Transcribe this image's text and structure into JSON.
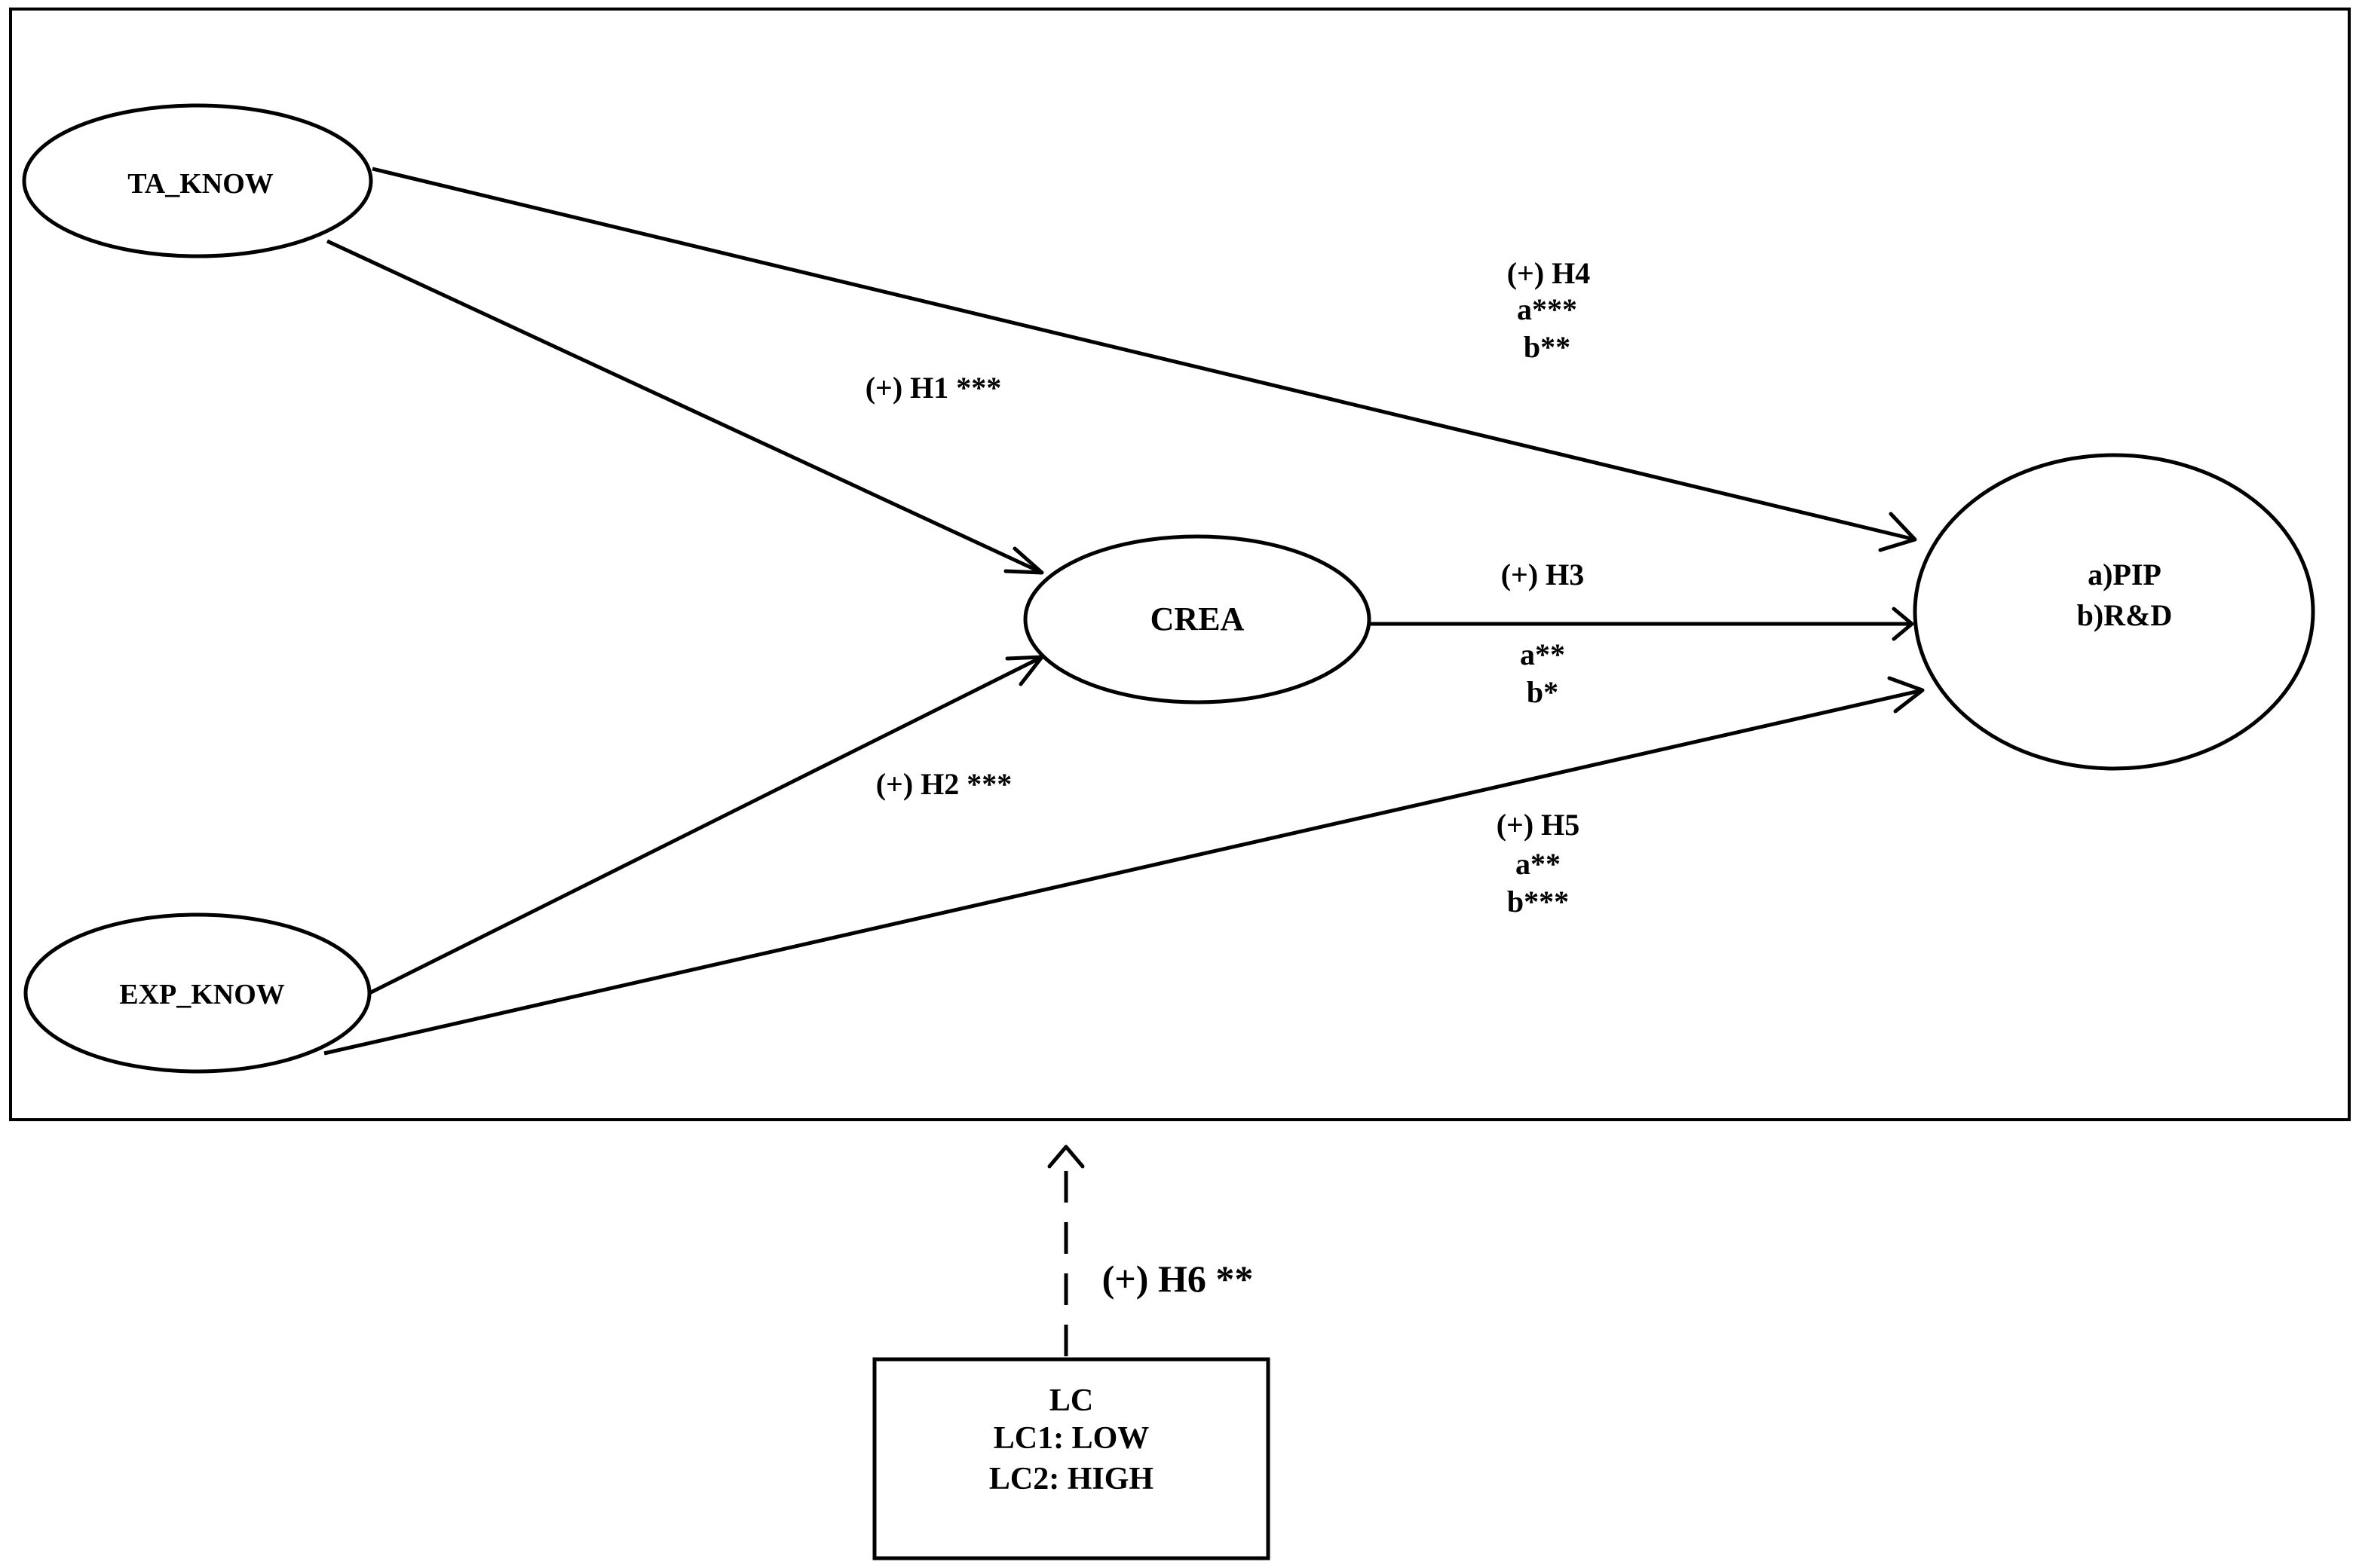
{
  "diagram": {
    "nodes": {
      "ta_know": {
        "label": "TA_KNOW"
      },
      "exp_know": {
        "label": "EXP_KNOW"
      },
      "crea": {
        "label": "CREA"
      },
      "outcome": {
        "lines": [
          "a)PIP",
          "b)R&D"
        ]
      },
      "lc": {
        "lines": [
          "LC",
          "LC1: LOW",
          "LC2: HIGH"
        ]
      }
    },
    "edges": {
      "h1": {
        "lines": [
          "(+) H1 ***"
        ]
      },
      "h2": {
        "lines": [
          "(+) H2 ***"
        ]
      },
      "h3": {
        "lines": [
          "(+) H3",
          "a**",
          "b*"
        ]
      },
      "h4": {
        "lines": [
          "(+) H4",
          "a***",
          "b**"
        ]
      },
      "h5": {
        "lines": [
          "(+) H5",
          "a**",
          "b***"
        ]
      },
      "h6": {
        "lines": [
          "(+) H6 **"
        ]
      }
    }
  }
}
